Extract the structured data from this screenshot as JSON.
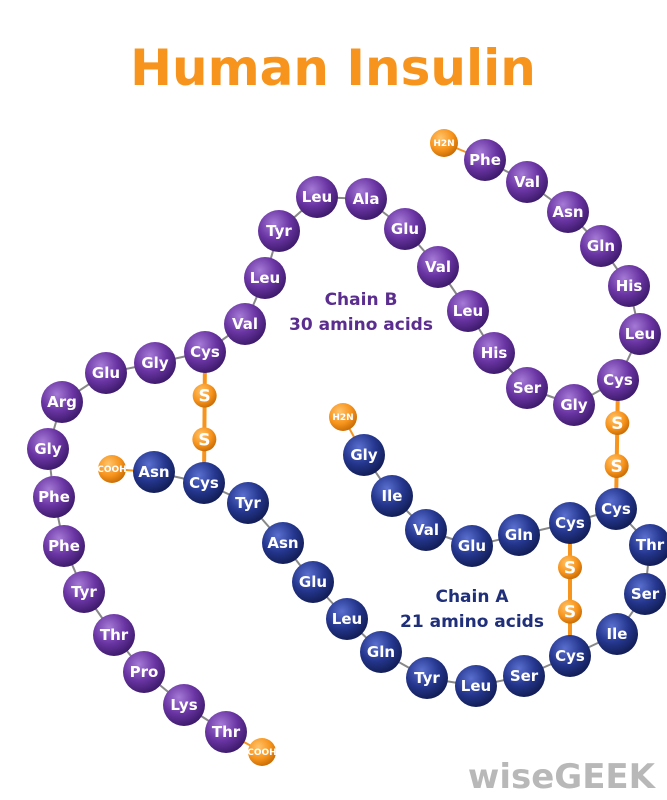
{
  "title": "Human Insulin",
  "colors": {
    "title": "#f7941d",
    "chain_b": "#5b2d8e",
    "chain_a": "#1f2f7a",
    "sulfur": "#f7941d",
    "terminal": "#f7941d",
    "watermark": "#b8b8b8"
  },
  "chain_b": {
    "caption_line1": "Chain B",
    "caption_line2": "30 amino acids",
    "n_terminus": "H2N",
    "c_terminus": "COOH",
    "residues": [
      "Phe",
      "Val",
      "Asn",
      "Gln",
      "His",
      "Leu",
      "Cys",
      "Gly",
      "Ser",
      "His",
      "Leu",
      "Val",
      "Glu",
      "Ala",
      "Leu",
      "Tyr",
      "Leu",
      "Val",
      "Cys",
      "Gly",
      "Glu",
      "Arg",
      "Gly",
      "Phe",
      "Phe",
      "Tyr",
      "Thr",
      "Pro",
      "Lys",
      "Thr"
    ]
  },
  "chain_a": {
    "caption_line1": "Chain A",
    "caption_line2": "21 amino acids",
    "n_terminus": "H2N",
    "c_terminus": "COOH",
    "residues": [
      "Gly",
      "Ile",
      "Val",
      "Glu",
      "Gln",
      "Cys",
      "Cys",
      "Thr",
      "Ser",
      "Ile",
      "Cys",
      "Ser",
      "Leu",
      "Tyr",
      "Gln",
      "Leu",
      "Glu",
      "Asn",
      "Tyr",
      "Cys",
      "Asn"
    ]
  },
  "disulfide_bonds": [
    {
      "atoms": [
        "S",
        "S"
      ]
    },
    {
      "atoms": [
        "S",
        "S"
      ]
    },
    {
      "atoms": [
        "S",
        "S"
      ]
    }
  ],
  "watermark": "wiseGEEK"
}
